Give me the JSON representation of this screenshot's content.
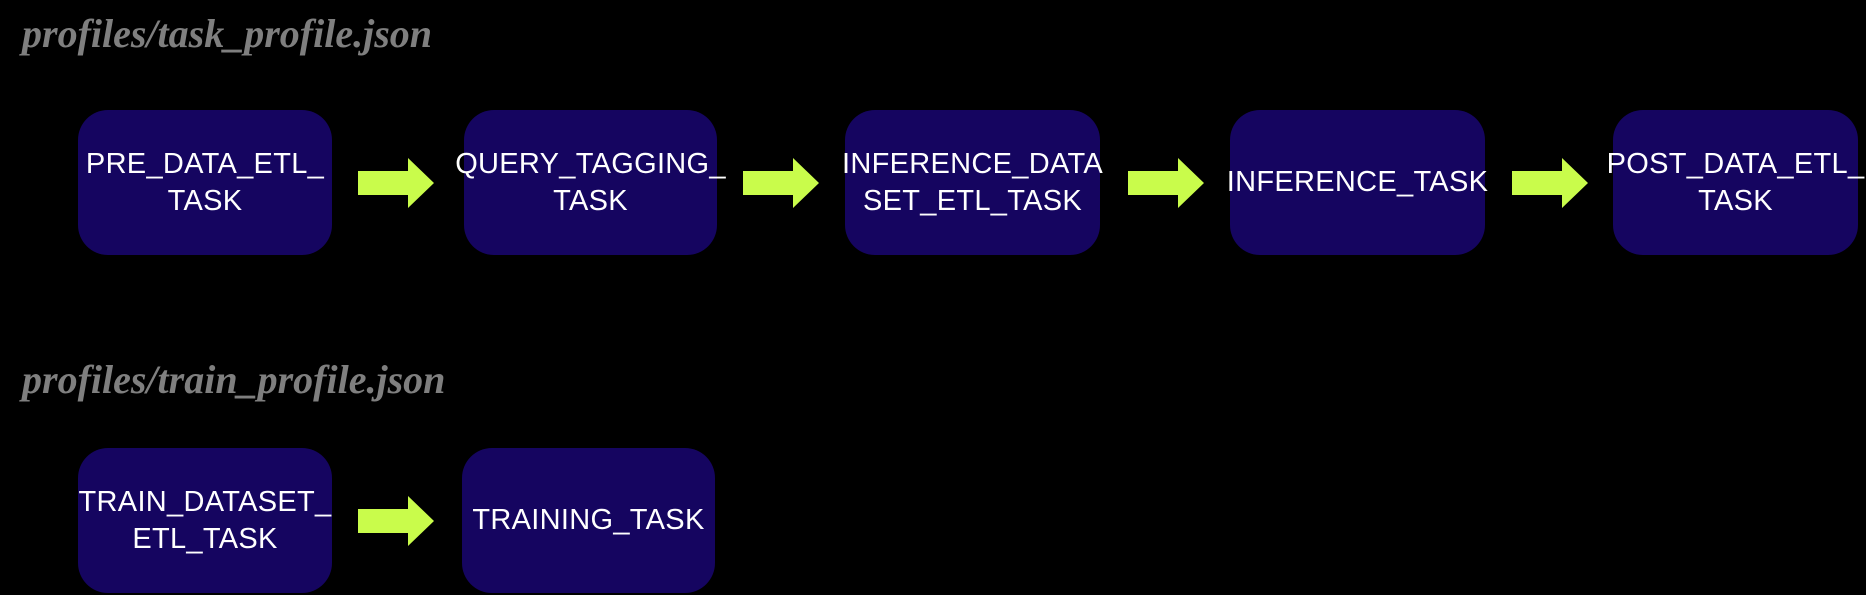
{
  "colors": {
    "background": "#000000",
    "node_fill": "#150560",
    "node_text": "#ffffff",
    "arrow": "#c9fc4b",
    "title_text": "#7f7f7f"
  },
  "pipelines": [
    {
      "title": "profiles/task_profile.json",
      "nodes": [
        {
          "label": "PRE_DATA_ETL_\nTASK"
        },
        {
          "label": "QUERY_TAGGING_\nTASK"
        },
        {
          "label": "INFERENCE_DATA\nSET_ETL_TASK"
        },
        {
          "label": "INFERENCE_TASK"
        },
        {
          "label": "POST_DATA_ETL_\nTASK"
        }
      ]
    },
    {
      "title": "profiles/train_profile.json",
      "nodes": [
        {
          "label": "TRAIN_DATASET_\nETL_TASK"
        },
        {
          "label": "TRAINING_TASK"
        }
      ]
    }
  ]
}
